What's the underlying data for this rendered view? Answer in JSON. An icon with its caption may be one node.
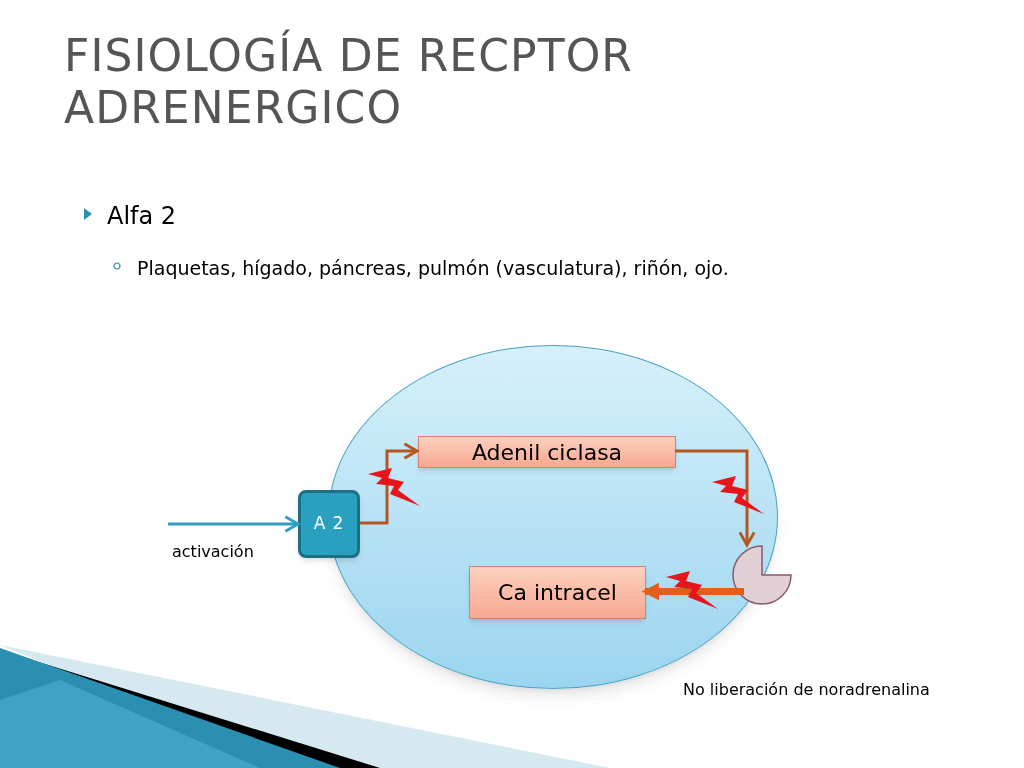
{
  "diagram": {
    "title": "FISIOLOGÍA DE RECPTOR ADRENERGICO",
    "nodes": [
      {
        "text": [],
        "shape": "circle"
      },
      {
        "text": [
          "A 2"
        ]
      },
      {
        "text": [
          "Adenil ciclasa"
        ],
        "in": 0
      },
      {
        "text": [],
        "shape": "circle"
      },
      {
        "text": [
          "Ca intracel"
        ],
        "in": 0
      }
    ],
    "edges": [
      {
        "from": null,
        "to": 1,
        "arrow": "to",
        "label": "activación",
        "color": "#2f9fbf"
      },
      {
        "from": 1,
        "to": 2,
        "arrow": "to"
      },
      {
        "from": 2,
        "to": 3,
        "arrow": "to"
      },
      {
        "from": 3,
        "to": 4,
        "arrow": "to",
        "style": "thick",
        "color": "#e0601a"
      }
    ],
    "labels": [
      "Alfa 2",
      "Plaquetas, hígado, páncreas, pulmón (vasculatura), riñón, ojo.",
      "No liberación de noradrenalina"
    ]
  }
}
